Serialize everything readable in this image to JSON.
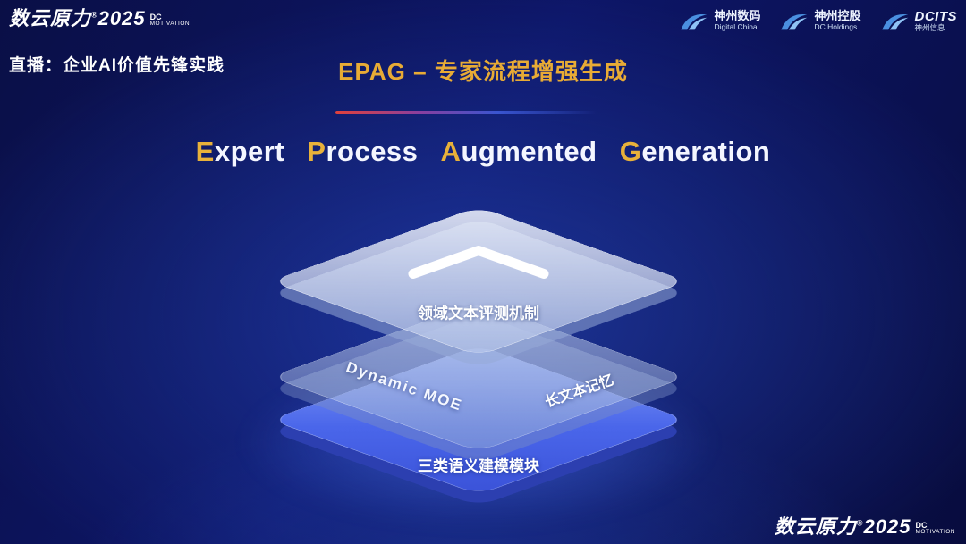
{
  "brand": {
    "name": "数云原力",
    "reg": "®",
    "year": "2025",
    "dc": "DC",
    "motivation": "MOTIVATION"
  },
  "header": {
    "live_label": "直播：企业AI价值先锋实践",
    "title": "EPAG – 专家流程增强生成"
  },
  "partners": [
    {
      "name": "神州数码",
      "sub": "Digital China",
      "icon": "swoosh-icon"
    },
    {
      "name": "神州控股",
      "sub": "DC Holdings",
      "icon": "swoosh-icon"
    },
    {
      "name": "DCITS",
      "sub": "神州信息",
      "icon": "swoosh-icon"
    }
  ],
  "headline": {
    "words": [
      {
        "initial": "E",
        "rest": "xpert"
      },
      {
        "initial": "P",
        "rest": "rocess"
      },
      {
        "initial": "A",
        "rest": "ugmented"
      },
      {
        "initial": "G",
        "rest": "eneration"
      }
    ]
  },
  "diagram": {
    "top_layer": {
      "label": "领域文本评测机制",
      "icon": "chevron-up-icon"
    },
    "middle_layer": {
      "left_label": "Dynamic MOE",
      "right_label": "长文本记忆"
    },
    "bottom_layer": {
      "label": "三类语义建模模块"
    }
  },
  "colors": {
    "gold": "#e8b13a",
    "background_navy": "#0a0f46",
    "layer_blue": "#4a66ea",
    "divider_start": "#e0413c",
    "divider_end": "#2e54d8"
  }
}
